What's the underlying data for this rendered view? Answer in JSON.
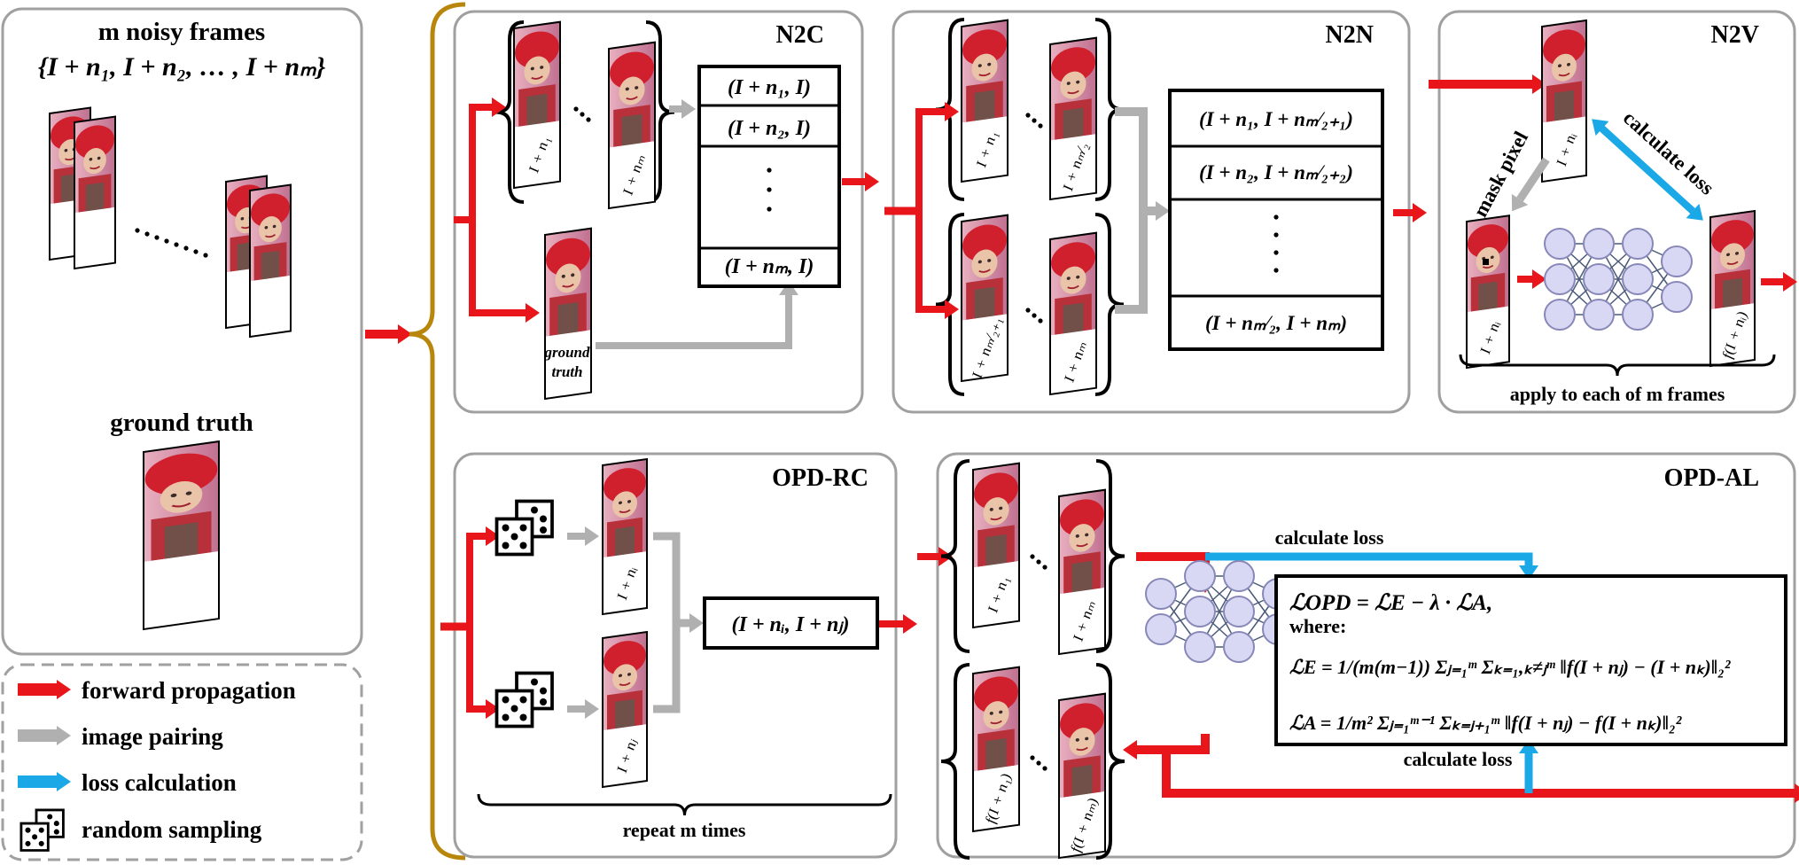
{
  "colors": {
    "forward": "#e8161a",
    "pairing": "#b0b0b0",
    "loss": "#1aa9e6",
    "brace": "#b8860b",
    "panel_border": "#a0a0a0"
  },
  "left": {
    "title": "m noisy frames",
    "set": "{I + n₁, I + n₂, … , I + nₘ}",
    "ground_truth": "ground truth"
  },
  "legend": {
    "items": [
      {
        "label": "forward propagation",
        "icon": "red-arrow-icon"
      },
      {
        "label": "image pairing",
        "icon": "gray-arrow-icon"
      },
      {
        "label": "loss calculation",
        "icon": "blue-arrow-icon"
      },
      {
        "label": "random sampling",
        "icon": "dice-icon"
      }
    ]
  },
  "n2c": {
    "title": "N2C",
    "frame_first": "I + n₁",
    "frame_last": "I + nₘ",
    "gt_label_1": "ground",
    "gt_label_2": "truth",
    "pairs": [
      "(I + n₁, I)",
      "(I + n₂, I)",
      "(I + nₘ, I)"
    ]
  },
  "n2n": {
    "title": "N2N",
    "top_first": "I + n₁",
    "top_last": "I + nₘ⁄₂",
    "bot_first": "I + nₘ⁄₂₊₁",
    "bot_last": "I + nₘ",
    "pairs": [
      "(I + n₁, I + nₘ⁄₂₊₁)",
      "(I + n₂, I + nₘ⁄₂₊₂)",
      "(I + nₘ⁄₂, I + nₘ)"
    ]
  },
  "n2v": {
    "title": "N2V",
    "frame_label": "I + nᵢ",
    "masked_label": "I + nᵢ",
    "output_label": "f(I + nᵢ)",
    "mask_pixel": "mask pixel",
    "calc_loss": "calculate loss",
    "footer": "apply to each of m frames"
  },
  "opdrc": {
    "title": "OPD-RC",
    "frame_i": "I + nᵢ",
    "frame_j": "I + nⱼ",
    "pair": "(I + nᵢ, I + nⱼ)",
    "footer": "repeat m times"
  },
  "opdal": {
    "title": "OPD-AL",
    "in_first": "I + n₁",
    "in_last": "I + nₘ",
    "out_first": "f(I + n₁)",
    "out_last": "f(I + nₘ)",
    "calc_loss_top": "calculate loss",
    "calc_loss_bottom": "calculate loss",
    "eq1": "ℒOPD = ℒE − λ · ℒA,",
    "where": "where:",
    "eq2": "ℒE = 1/(m(m−1)) Σⱼ₌₁ᵐ Σₖ₌₁,ₖ≠ⱼᵐ ‖f(I + nⱼ) − (I + nₖ)‖₂²",
    "eq3": "ℒA = 1/m² Σⱼ₌₁ᵐ⁻¹ Σₖ₌ⱼ₊₁ᵐ ‖f(I + nⱼ) − f(I + nₖ)‖₂²"
  }
}
